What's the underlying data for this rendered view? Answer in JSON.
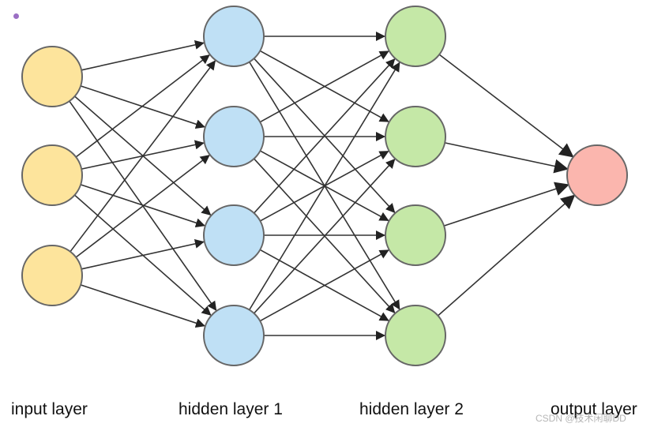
{
  "layers": [
    {
      "label": "input layer",
      "nodes": 3,
      "fill": "#fde49c"
    },
    {
      "label": "hidden layer 1",
      "nodes": 4,
      "fill": "#bfe0f5"
    },
    {
      "label": "hidden layer 2",
      "nodes": 4,
      "fill": "#c5e8a7"
    },
    {
      "label": "output layer",
      "nodes": 1,
      "fill": "#fbb6ae"
    }
  ],
  "node_stroke": "#666666",
  "edge_color": "#333333",
  "watermark": "CSDN @技术闲聊DD"
}
